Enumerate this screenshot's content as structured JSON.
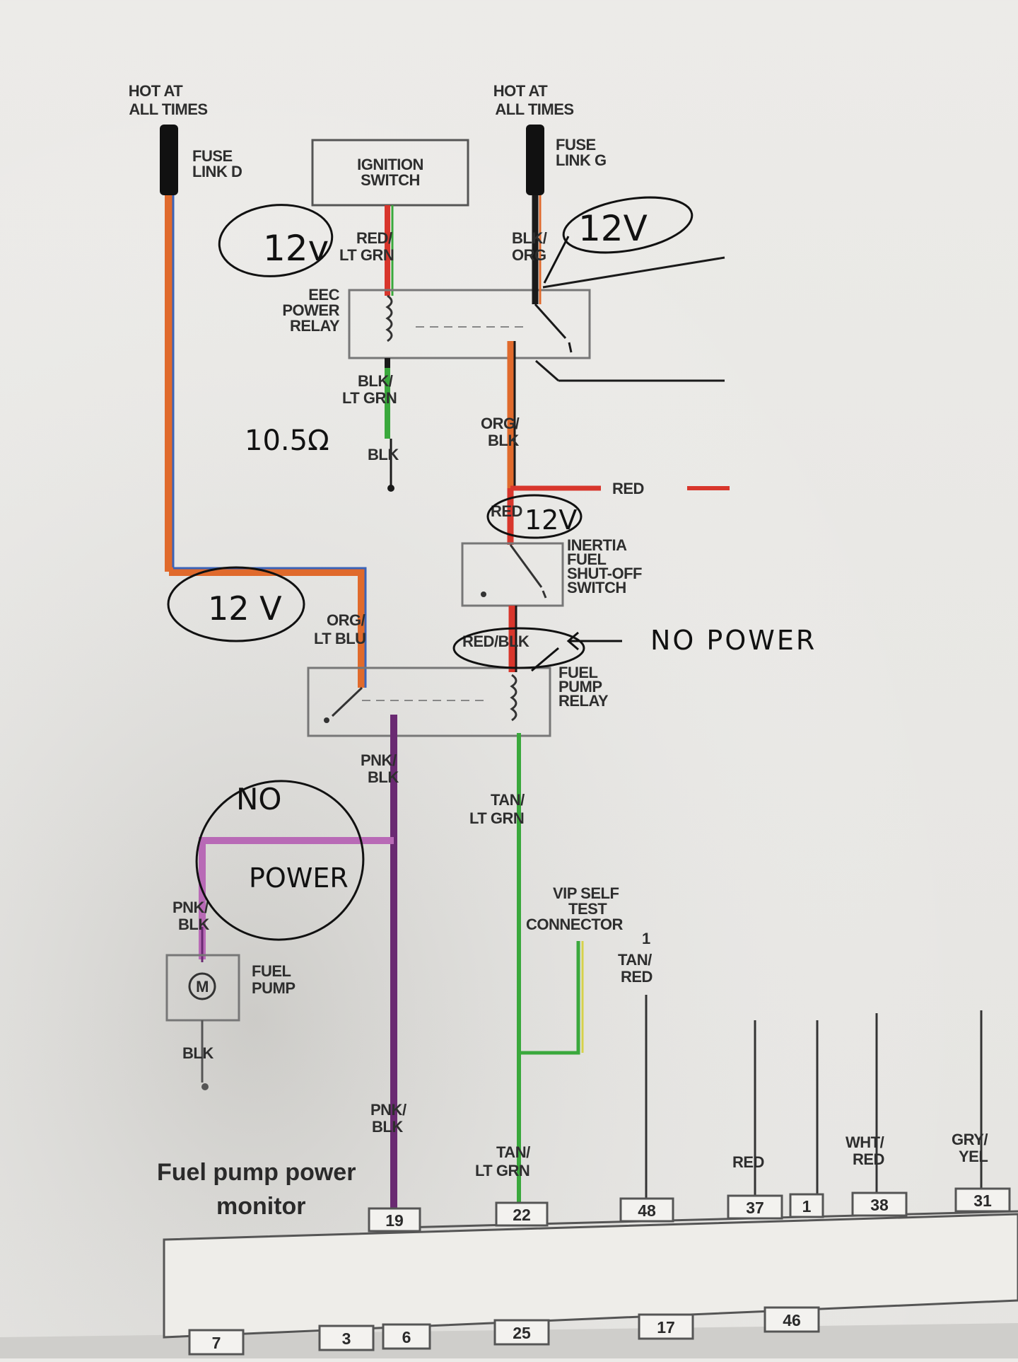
{
  "labels": {
    "hot_left": [
      "HOT AT",
      "ALL TIMES"
    ],
    "hot_right": [
      "HOT AT",
      "ALL TIMES"
    ],
    "fuse_d": [
      "FUSE",
      "LINK D"
    ],
    "fuse_g": [
      "FUSE",
      "LINK G"
    ],
    "ignition": [
      "IGNITION",
      "SWITCH"
    ],
    "red_lt_grn": [
      "RED/",
      "LT GRN"
    ],
    "blk_org": [
      "BLK/",
      "ORG"
    ],
    "eec_relay": [
      "EEC",
      "POWER",
      "RELAY"
    ],
    "blk_lt_grn": [
      "BLK/",
      "LT GRN"
    ],
    "blk_ground": "BLK",
    "org_blk": [
      "ORG/",
      "BLK"
    ],
    "red_right": "RED",
    "red_mid": "RED",
    "inertia": [
      "INERTIA",
      "FUEL",
      "SHUT-OFF",
      "SWITCH"
    ],
    "org_lt_blu": [
      "ORG/",
      "LT BLU"
    ],
    "red_blk": "RED/BLK",
    "fuel_pump_relay": [
      "FUEL",
      "PUMP",
      "RELAY"
    ],
    "pnk_blk_a": [
      "PNK/",
      "BLK"
    ],
    "tan_lt_grn_a": [
      "TAN/",
      "LT GRN"
    ],
    "pnk_blk_b": [
      "PNK/",
      "BLK"
    ],
    "fuel_pump": [
      "FUEL",
      "PUMP"
    ],
    "blk_pump": "BLK",
    "vip": [
      "VIP SELF",
      "TEST",
      "CONNECTOR",
      "1"
    ],
    "tan_red": [
      "TAN/",
      "RED"
    ],
    "pnk_blk_c": [
      "PNK/",
      "BLK"
    ],
    "tan_lt_grn_b": [
      "TAN/",
      "LT GRN"
    ],
    "red_pin": "RED",
    "wht_red": [
      "WHT/",
      "RED"
    ],
    "gry_yel": [
      "GRY/",
      "YEL"
    ],
    "monitor": [
      "Fuel pump power",
      "monitor"
    ],
    "motor": "M"
  },
  "pins_top": [
    "19",
    "22",
    "48",
    "37",
    "1",
    "38",
    "31"
  ],
  "pins_bottom": [
    "7",
    "3",
    "6",
    "25",
    "17",
    "46"
  ],
  "annotations": {
    "v12_a": "12v",
    "v12_b": "12V",
    "resistance": "10.5Ω",
    "v12_c": "12V",
    "v12_d": "12 V",
    "no_power_arrow": "NO POWER",
    "no": "NO",
    "power": "POWER"
  },
  "wire_colors": {
    "orange": "#e06a2c",
    "blue": "#3a63b8",
    "red": "#d8362c",
    "green": "#3aa83c",
    "black": "#1a1a1a",
    "purple": "#6a2a72",
    "pink": "#b86ab6",
    "yellow": "#d6d24a"
  }
}
